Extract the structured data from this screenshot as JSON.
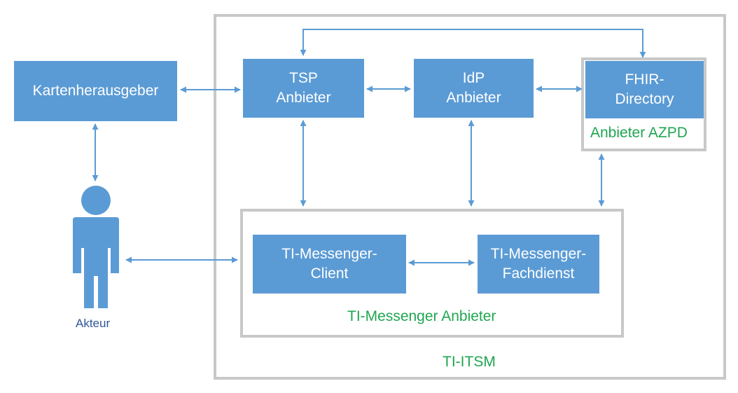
{
  "colors": {
    "box_fill": "#5b9bd5",
    "box_text": "#ffffff",
    "arrow": "#5b9bd5",
    "frame": "#c8c8c8",
    "green_label": "#1fa651",
    "actor": "#5b9bd5",
    "actor_label": "#2f5597"
  },
  "nodes": {
    "kartenherausgeber": "Kartenherausgeber",
    "tsp": "TSP\nAnbieter",
    "idp": "IdP\nAnbieter",
    "fhir": "FHIR-\nDirectory",
    "client": "TI-Messenger-\nClient",
    "fachdienst": "TI-Messenger-\nFachdienst"
  },
  "groups": {
    "azpd": "Anbieter AZPD",
    "messenger": "TI-Messenger Anbieter",
    "itsm": "TI-ITSM"
  },
  "actor": {
    "label": "Akteur",
    "icon": "person-icon"
  }
}
